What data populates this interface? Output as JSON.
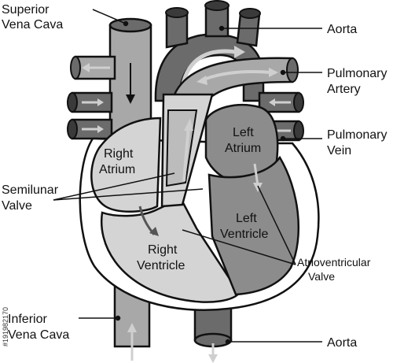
{
  "labels": {
    "superior_vena_cava": [
      "Superior",
      "Vena Cava"
    ],
    "aorta_top": "Aorta",
    "pulmonary_artery": [
      "Pulmonary",
      "Artery"
    ],
    "pulmonary_vein": [
      "Pulmonary",
      "Vein"
    ],
    "right_atrium": [
      "Right",
      "Atrium"
    ],
    "left_atrium": [
      "Left",
      "Atrium"
    ],
    "semilunar_valve": [
      "Semilunar",
      "Valve"
    ],
    "left_ventricle": [
      "Left",
      "Ventricle"
    ],
    "right_ventricle": [
      "Right",
      "Ventricle"
    ],
    "atrioventricular_valve": [
      "Atrioventricular",
      "Valve"
    ],
    "inferior_vena_cava": [
      "Inferior",
      "Vena Cava"
    ],
    "aorta_bottom": "Aorta"
  },
  "watermark_id": "#191982170",
  "colors": {
    "outline": "#111111",
    "vessel_light": "#a8a8a8",
    "vessel_dark": "#6b6b6b",
    "chamber_right": "#d4d4d4",
    "chamber_left": "#8c8c8c",
    "arrow": "#cfcfcf"
  }
}
